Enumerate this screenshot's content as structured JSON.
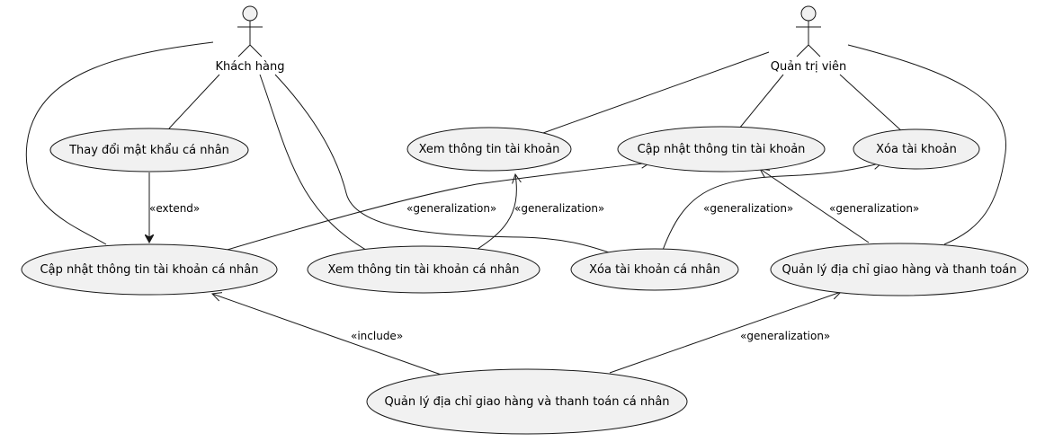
{
  "colors": {
    "usecase_fill": "#f1f1f1",
    "stroke": "#181818",
    "text": "#000000",
    "background": "#ffffff"
  },
  "actors": [
    {
      "id": "khach_hang",
      "label": "Khách hàng"
    },
    {
      "id": "quan_tri_vien",
      "label": "Quản trị viên"
    }
  ],
  "usecases": [
    {
      "id": "thay_doi_mat_khau",
      "label": "Thay đổi mật khẩu cá nhân"
    },
    {
      "id": "xem_tt_tk",
      "label": "Xem thông tin tài khoản"
    },
    {
      "id": "cap_nhat_tt_tk",
      "label": "Cập nhật thông tin tài khoản"
    },
    {
      "id": "xoa_tk",
      "label": "Xóa tài khoản"
    },
    {
      "id": "cap_nhat_tt_tk_cn",
      "label": "Cập nhật thông tin tài khoản cá nhân"
    },
    {
      "id": "xem_tt_tk_cn",
      "label": "Xem thông tin tài khoản cá nhân"
    },
    {
      "id": "xoa_tk_cn",
      "label": "Xóa tài khoản cá nhân"
    },
    {
      "id": "ql_dia_chi",
      "label": "Quản lý địa chỉ giao hàng và thanh toán"
    },
    {
      "id": "ql_dia_chi_cn",
      "label": "Quản lý địa chỉ giao hàng và thanh toán cá nhân"
    }
  ],
  "relations": [
    {
      "from": "khach_hang",
      "to": "thay_doi_mat_khau",
      "kind": "association"
    },
    {
      "from": "khach_hang",
      "to": "cap_nhat_tt_tk_cn",
      "kind": "association"
    },
    {
      "from": "khach_hang",
      "to": "xem_tt_tk_cn",
      "kind": "association"
    },
    {
      "from": "khach_hang",
      "to": "xoa_tk_cn",
      "kind": "association"
    },
    {
      "from": "quan_tri_vien",
      "to": "xem_tt_tk",
      "kind": "association"
    },
    {
      "from": "quan_tri_vien",
      "to": "cap_nhat_tt_tk",
      "kind": "association"
    },
    {
      "from": "quan_tri_vien",
      "to": "xoa_tk",
      "kind": "association"
    },
    {
      "from": "quan_tri_vien",
      "to": "ql_dia_chi",
      "kind": "association"
    },
    {
      "from": "thay_doi_mat_khau",
      "to": "cap_nhat_tt_tk_cn",
      "kind": "extend",
      "label": "«extend»"
    },
    {
      "from": "cap_nhat_tt_tk_cn",
      "to": "cap_nhat_tt_tk",
      "kind": "generalization",
      "label": "«generalization»"
    },
    {
      "from": "xem_tt_tk_cn",
      "to": "xem_tt_tk",
      "kind": "generalization",
      "label": "«generalization»"
    },
    {
      "from": "xoa_tk_cn",
      "to": "xoa_tk",
      "kind": "generalization",
      "label": "«generalization»"
    },
    {
      "from": "ql_dia_chi",
      "to": "cap_nhat_tt_tk",
      "kind": "generalization",
      "label": "«generalization»"
    },
    {
      "from": "ql_dia_chi_cn",
      "to": "cap_nhat_tt_tk_cn",
      "kind": "include",
      "label": "«include»"
    },
    {
      "from": "ql_dia_chi_cn",
      "to": "ql_dia_chi",
      "kind": "generalization",
      "label": "«generalization»"
    }
  ]
}
